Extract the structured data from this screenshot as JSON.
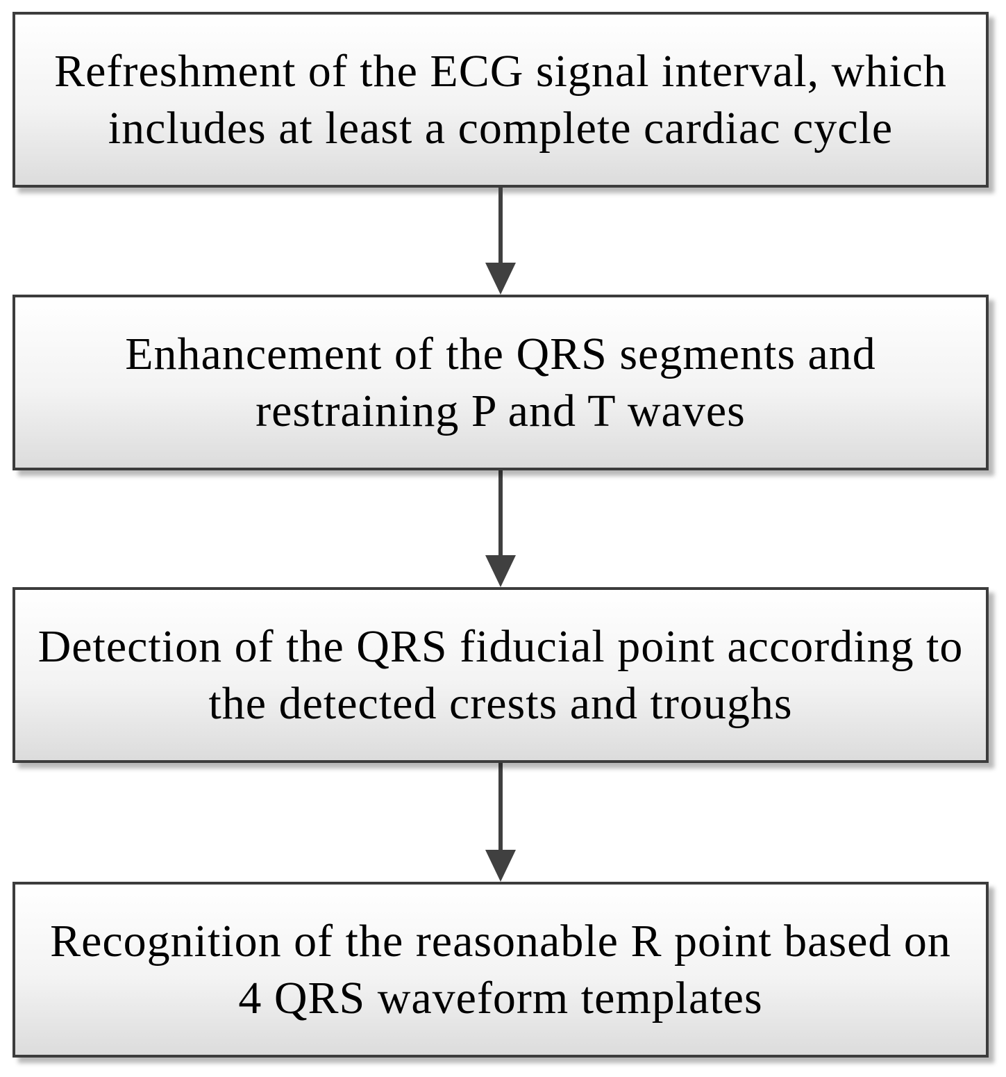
{
  "flowchart": {
    "steps": [
      {
        "label": "Refreshment of the ECG signal interval, which includes at least a complete cardiac cycle"
      },
      {
        "label": "Enhancement of the QRS segments and restraining P and T waves"
      },
      {
        "label": "Detection of the QRS fiducial point according to the detected crests and troughs"
      },
      {
        "label": "Recognition of the reasonable R point based on 4 QRS waveform templates"
      }
    ],
    "colors": {
      "border": "#3c3c3c",
      "fill_top": "#ffffff",
      "fill_bottom": "#dcdcdc",
      "arrow": "#404040",
      "text": "#000000"
    }
  }
}
